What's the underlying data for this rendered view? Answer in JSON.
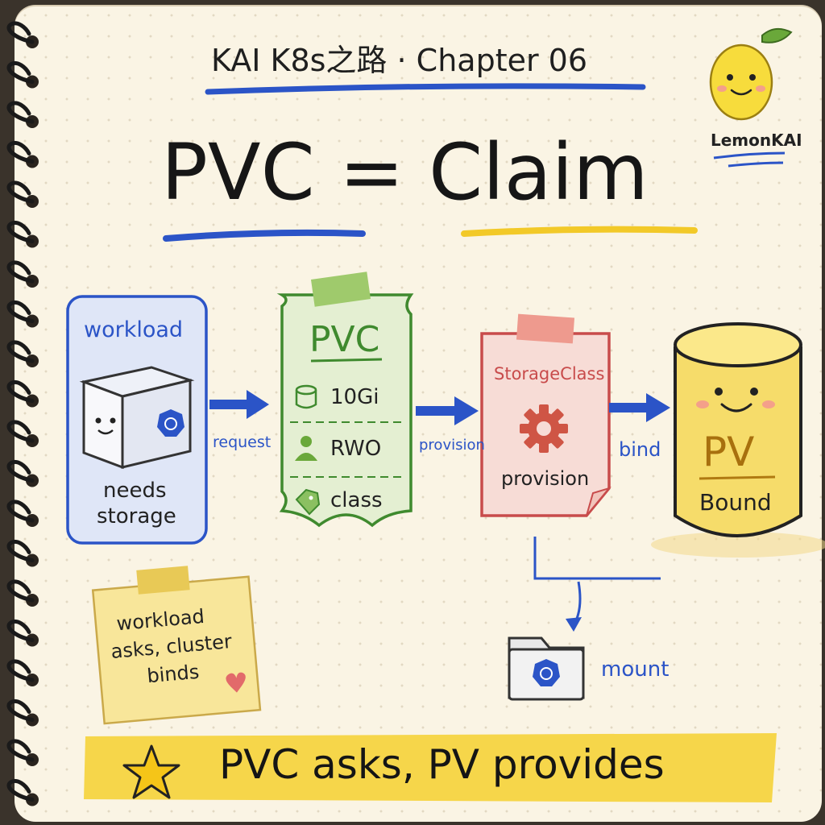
{
  "header": {
    "chapter": "KAI K8s之路 · Chapter 06",
    "title": "PVC = Claim",
    "brand": "LemonKAI"
  },
  "nodes": {
    "workload": {
      "title": "workload",
      "caption_line1": "needs",
      "caption_line2": "storage"
    },
    "pvc": {
      "title": "PVC",
      "items": [
        "10Gi",
        "RWO",
        "class"
      ]
    },
    "storageclass": {
      "title": "StorageClass",
      "caption": "provision"
    },
    "pv": {
      "title": "PV",
      "caption": "Bound"
    },
    "mount": {
      "caption": "mount"
    }
  },
  "arrows": {
    "request": "request",
    "provision": "provision",
    "bind": "bind"
  },
  "note": {
    "line1": "workload",
    "line2": "asks, cluster",
    "line3": "binds"
  },
  "footer": {
    "text": "PVC asks, PV provides"
  },
  "colors": {
    "blue": "#2b54c7",
    "green": "#3f8a2e",
    "red": "#c84b4b",
    "yellow": "#f4d64e",
    "ink": "#1f1f1f"
  }
}
